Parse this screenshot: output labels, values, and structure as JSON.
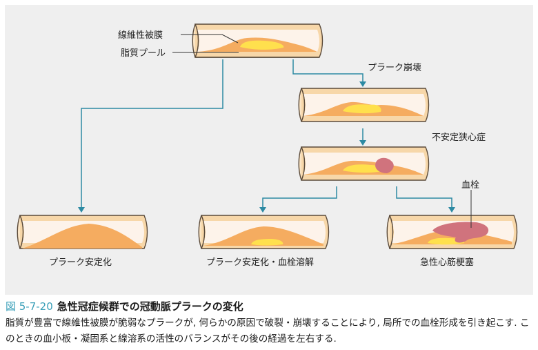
{
  "figure": {
    "number": "図 5-7-20",
    "title": "急性冠症候群での冠動脈プラークの変化",
    "description": "脂質が豊富で線維性被膜が脆弱なプラークが, 何らかの原因で破裂・崩壊することにより, 局所での血栓形成を引き起こす. このときの血小板・凝固系と線溶系の活性のバランスがその後の経過を左右する."
  },
  "labels": {
    "fibrous_cap": "線維性被膜",
    "lipid_pool": "脂質プール",
    "plaque_rupture": "プラーク崩壊",
    "unstable_angina": "不安定狭心症",
    "thrombus": "血栓",
    "stabilized": "プラーク安定化",
    "stabilized_thrombolysis": "プラーク安定化・血栓溶解",
    "ami": "急性心筋梗塞"
  },
  "colors": {
    "panel_bg": "#efefef",
    "vessel_wall": "#f7d7a9",
    "vessel_outline": "#5a4a3a",
    "lumen": "#fdf3ea",
    "plaque": "#f5ac60",
    "lipid": "#ffe04d",
    "thrombus": "#d0737d",
    "arrow": "#2d8aa3",
    "caption_accent": "#3a9fb8"
  }
}
